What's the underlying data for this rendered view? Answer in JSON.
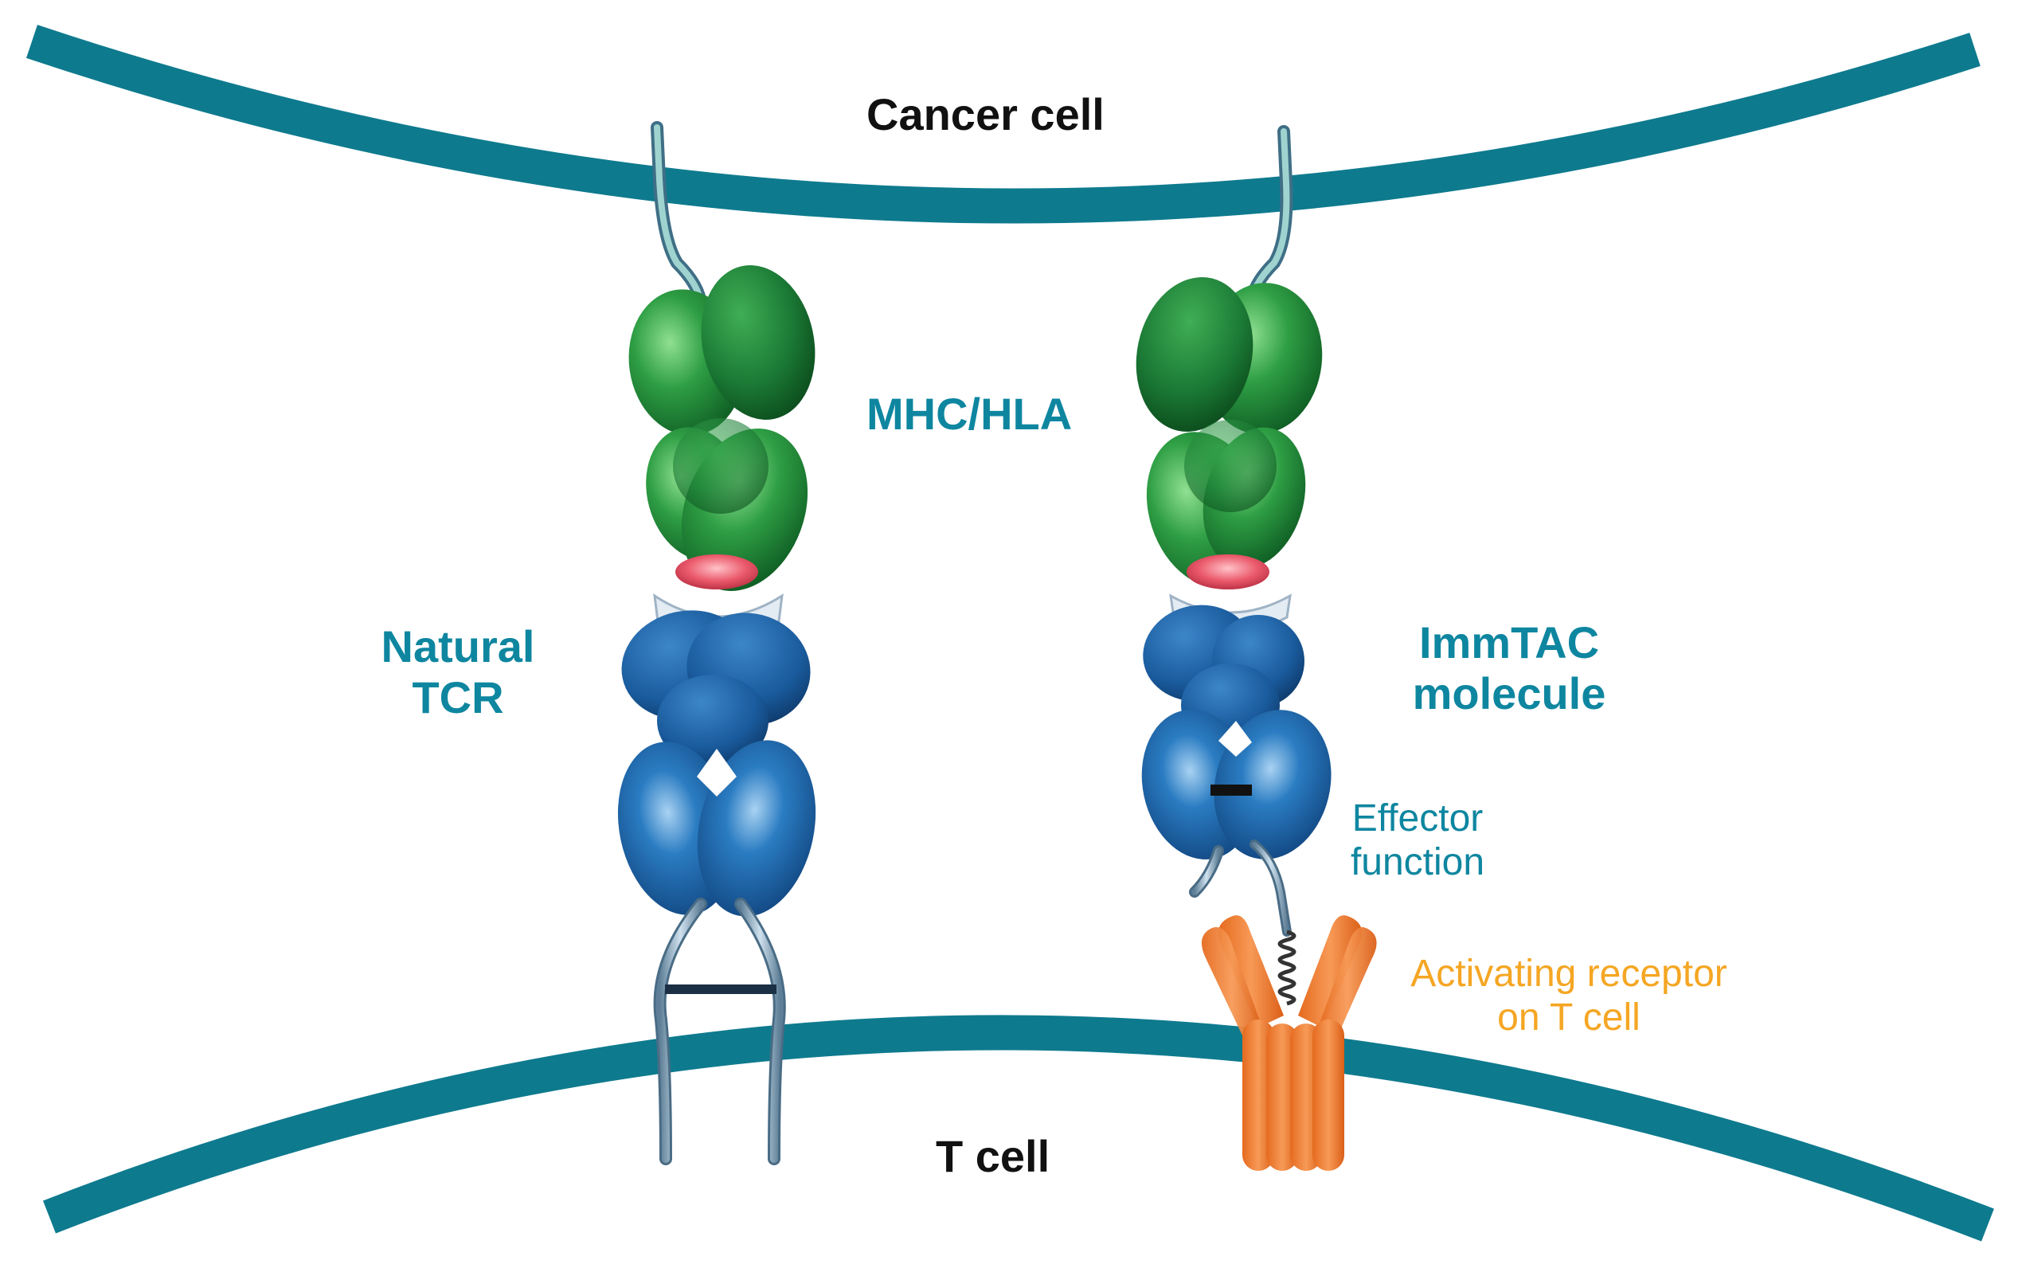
{
  "labels": {
    "cancer_cell": "Cancer cell",
    "t_cell": "T cell",
    "mhc_hla": "MHC/HLA",
    "natural_tcr_line1": "Natural",
    "natural_tcr_line2": "TCR",
    "immtac_line1": "ImmTAC",
    "immtac_line2": "molecule",
    "effector_line1": "Effector",
    "effector_line2": "function",
    "activating_line1": "Activating receptor",
    "activating_line2": "on T cell"
  },
  "colors": {
    "membrane": "#0E7A8E",
    "label_teal": "#0E86A0",
    "label_orange": "#F5A623",
    "mhc_green": "#1F8A3A",
    "tcr_blue": "#1E6FB3",
    "peptide_red": "#E8566A",
    "receptor_orange": "#F08A3C",
    "text_black": "#111111"
  }
}
